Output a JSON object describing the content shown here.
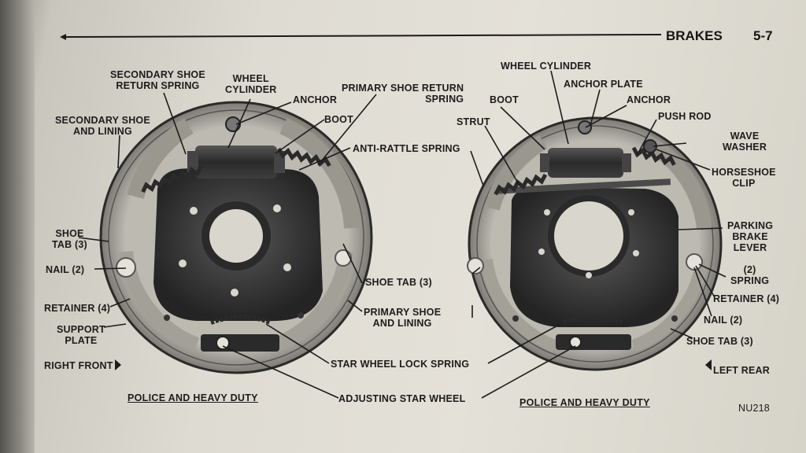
{
  "header": {
    "section": "BRAKES",
    "page_number": "5-7"
  },
  "figure_id": "NU218",
  "left_diagram": {
    "side_label": "RIGHT FRONT",
    "caption": "POLICE AND HEAVY DUTY",
    "labels": {
      "secondary_return_spring": "SECONDARY SHOE\nRETURN SPRING",
      "wheel_cylinder": "WHEEL\nCYLINDER",
      "anchor": "ANCHOR",
      "boot": "BOOT",
      "secondary_shoe_lining": "SECONDARY SHOE\nAND LINING",
      "shoe_tab": "SHOE\nTAB (3)",
      "nail": "NAIL (2)",
      "retainer": "RETAINER (4)",
      "support_plate": "SUPPORT\nPLATE"
    }
  },
  "shared_labels": {
    "primary_return_spring": "PRIMARY SHOE RETURN\nSPRING",
    "anti_rattle_spring": "ANTI-RATTLE SPRING",
    "shoe_tab": "SHOE TAB (3)",
    "primary_shoe_lining": "PRIMARY SHOE\nAND LINING",
    "star_wheel_lock_spring": "STAR WHEEL LOCK SPRING",
    "adjusting_star_wheel": "ADJUSTING STAR WHEEL"
  },
  "right_diagram": {
    "side_label": "LEFT REAR",
    "caption": "POLICE AND HEAVY DUTY",
    "labels": {
      "wheel_cylinder": "WHEEL CYLINDER",
      "anchor_plate": "ANCHOR PLATE",
      "boot": "BOOT",
      "anchor": "ANCHOR",
      "strut": "STRUT",
      "push_rod": "PUSH ROD",
      "wave_washer": "WAVE\nWASHER",
      "horseshoe_clip": "HORSESHOE\nCLIP",
      "parking_brake_lever": "PARKING\nBRAKE\nLEVER",
      "spring": "(2)\nSPRING",
      "retainer": "RETAINER (4)",
      "nail": "NAIL (2)",
      "shoe_tab": "SHOE TAB (3)"
    }
  },
  "colors": {
    "ink": "#1c1c1c",
    "paper": "#e2dfd6",
    "metal_dark": "#2e2e2e",
    "metal_mid": "#6b6b6b"
  }
}
